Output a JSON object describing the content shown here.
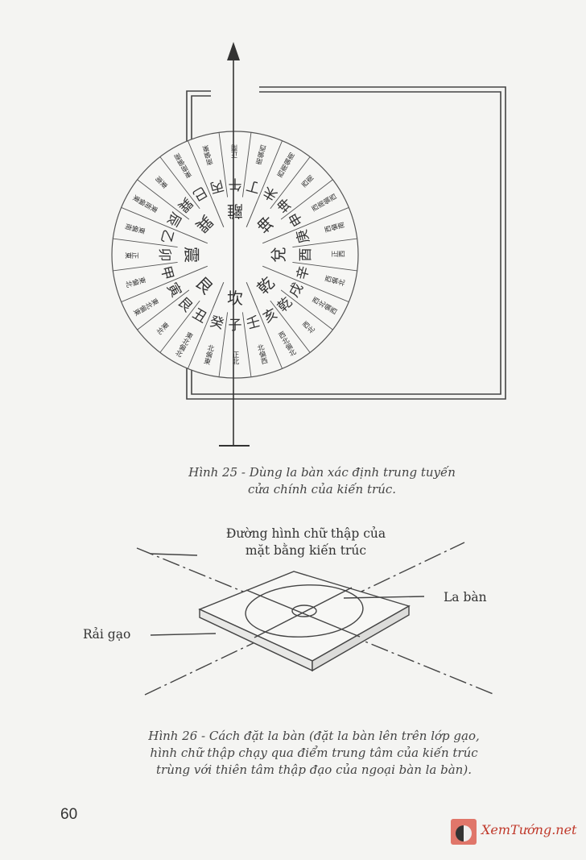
{
  "figure25": {
    "caption_line1": "Hình 25 - Dùng la bàn xác định trung tuyến",
    "caption_line2": "cửa chính của kiến trúc.",
    "compass": {
      "trigrams": [
        "坎",
        "艮",
        "震",
        "巽",
        "離",
        "坤",
        "兌",
        "乾"
      ],
      "mountains": [
        "子",
        "癸",
        "丑",
        "艮",
        "寅",
        "甲",
        "卯",
        "乙",
        "辰",
        "巽",
        "巳",
        "丙",
        "午",
        "丁",
        "未",
        "坤",
        "申",
        "庚",
        "酉",
        "辛",
        "戌",
        "乾",
        "亥",
        "壬"
      ],
      "directions": [
        "正北",
        "北偏東",
        "東北偏北",
        "東北",
        "東北偏東",
        "東偏北",
        "正東",
        "東偏南",
        "東南偏東",
        "東南",
        "東南偏南",
        "南偏東",
        "正南",
        "南偏西",
        "西南偏南",
        "西南",
        "西南偏西",
        "西偏南",
        "正西",
        "西偏北",
        "西北偏西",
        "西北",
        "西北偏北",
        "北偏西"
      ]
    }
  },
  "figure26": {
    "label_top_line1": "Đường hình chữ thập của",
    "label_top_line2": "mặt bằng kiến trúc",
    "label_compass": "La bàn",
    "label_rice": "Rải gạo",
    "caption_line1": "Hình 26 - Cách đặt la bàn (đặt la bàn lên trên lớp gạo,",
    "caption_line2": "hình chữ thập chạy qua điểm trung tâm của kiến trúc",
    "caption_line3": "trùng với thiên tâm thập đạo của ngoại bàn la bàn)."
  },
  "page_number": "60",
  "watermark": "XemTướng.net"
}
